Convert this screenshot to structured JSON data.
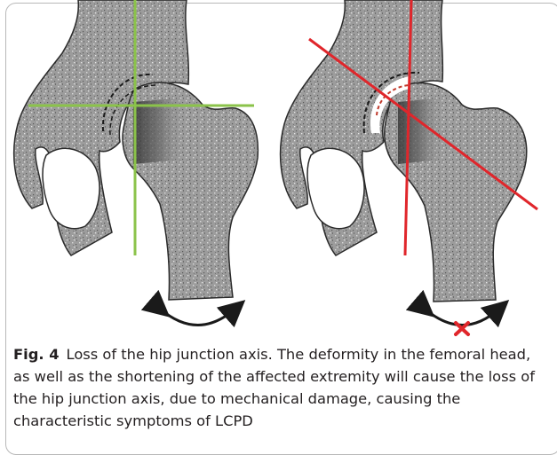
{
  "figure": {
    "label": "Fig. 4",
    "caption": "Loss of the hip junction axis. The deformity in the femoral head, as well as the shortening of the affected extremity will cause the loss of the hip junction axis, due to mechanical damage, causing the characteristic symptoms of LCPD",
    "colors": {
      "bone": "#9c9c9c",
      "bone_outline": "#2a2a2a",
      "normal_axis": "#8bc34a",
      "affected_axis": "#e0262b",
      "arrow": "#1a1a1a",
      "cross_mark": "#e0262b"
    },
    "panels": [
      {
        "name": "normal-hip",
        "axis_color_role": "normal_axis",
        "rotation_arrow": "free",
        "cross_mark": false
      },
      {
        "name": "affected-hip",
        "axis_color_role": "affected_axis",
        "rotation_arrow": "blocked",
        "cross_mark": true
      }
    ]
  }
}
